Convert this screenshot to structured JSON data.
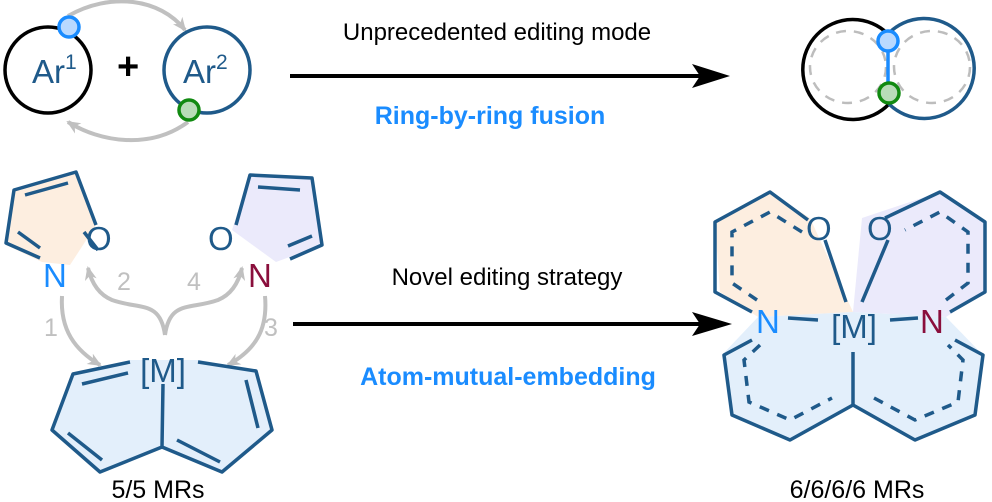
{
  "colors": {
    "dark_blue": "#1f5a8a",
    "bright_blue": "#1a8cff",
    "black": "#000000",
    "gray_arrow": "#c0c0c0",
    "gray_dash": "#bdbdbd",
    "green": "#118a11",
    "green_fill": "#b8dcb8",
    "blue_fill": "#b9d9ff",
    "orange_fill": "#fdeee0",
    "lavender_fill": "#ebeafb",
    "light_blue_fill": "#e3effb",
    "maroon": "#8a0f3c"
  },
  "top_row": {
    "reactant1": {
      "base": "Ar",
      "sup": "1"
    },
    "plus": "+",
    "reactant2": {
      "base": "Ar",
      "sup": "2"
    },
    "arrow_label_top": "Unprecedented editing mode",
    "arrow_label_bottom": "Ring-by-ring fusion"
  },
  "bottom_row": {
    "left_isoxazole": {
      "O": "O",
      "N": "N"
    },
    "right_isoxazole": {
      "O": "O",
      "N": "N"
    },
    "step_numbers": [
      "1",
      "2",
      "3",
      "4"
    ],
    "metallacycle_metal": "[M]",
    "left_caption": "5/5 MRs",
    "arrow_label_top": "Novel editing strategy",
    "arrow_label_bottom": "Atom-mutual-embedding",
    "product": {
      "O_left": "O",
      "O_right": "O",
      "N_left": "N",
      "N_right": "N",
      "metal": "[M]"
    },
    "right_caption": "6/6/6/6 MRs"
  }
}
